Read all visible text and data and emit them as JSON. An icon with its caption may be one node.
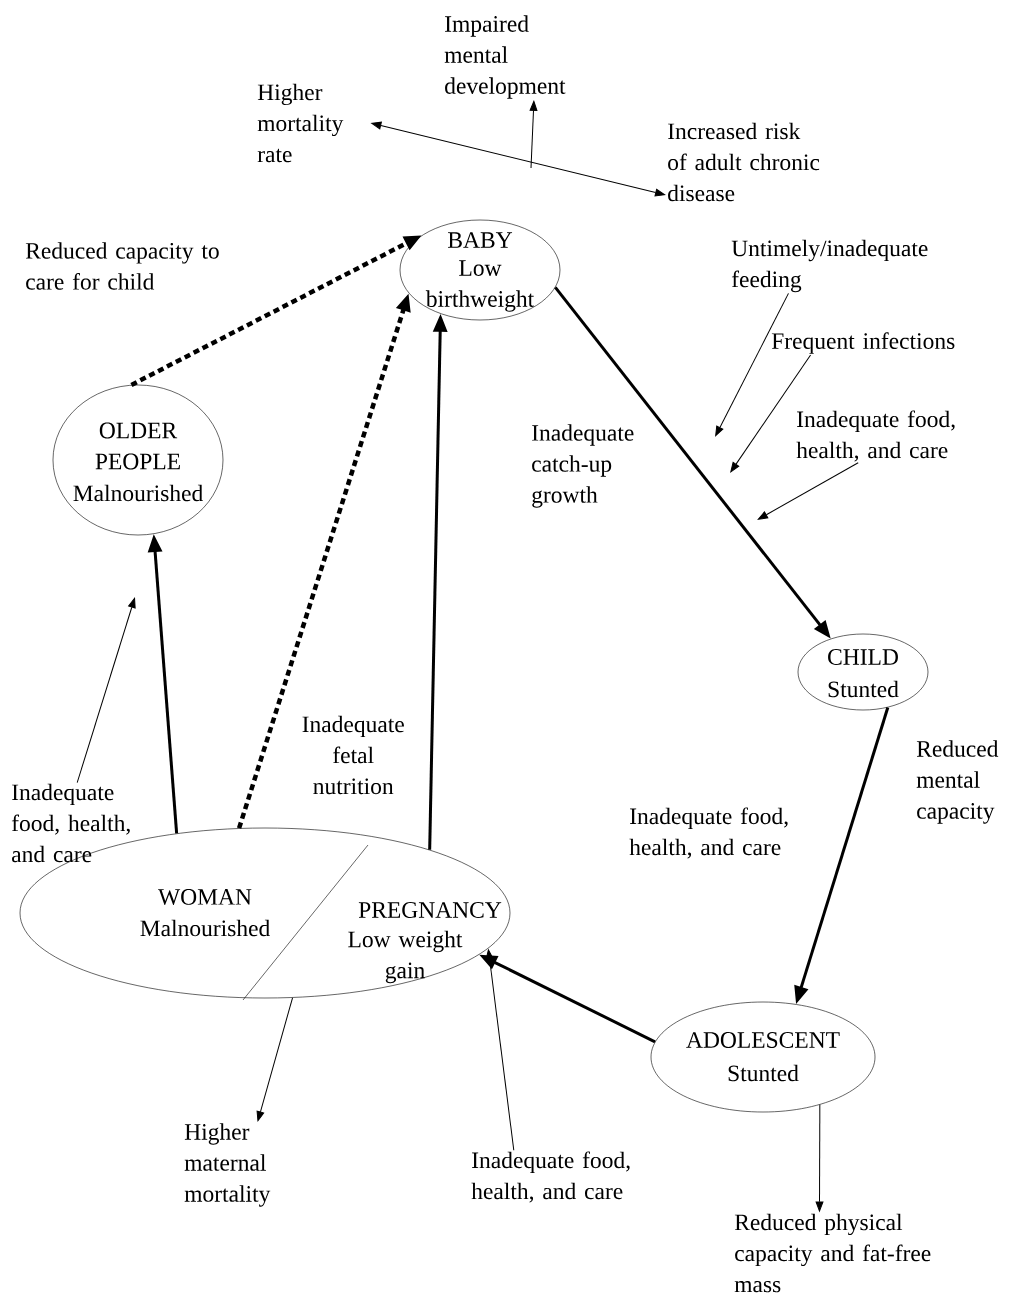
{
  "diagram": {
    "nodes": [
      {
        "text": [
          "BABY",
          "Low birthweight"
        ]
      },
      {
        "text": [
          "CHILD",
          "Stunted"
        ]
      },
      {
        "text": [
          "ADOLESCENT",
          "Stunted"
        ]
      },
      {
        "text": [
          "WOMAN",
          "Malnourished",
          "PREGNANCY",
          "Low weight gain"
        ]
      },
      {
        "text": [
          "OLDER PEOPLE",
          "Malnourished"
        ]
      },
      {
        "text": [
          "Higher mortality rate"
        ]
      },
      {
        "text": [
          "Impaired mental development"
        ]
      },
      {
        "text": [
          "Increased risk of adult chronic disease"
        ]
      },
      {
        "text": [
          "Reduced capacity to care for child"
        ]
      },
      {
        "text": [
          "Untimely/inadequate feeding"
        ]
      },
      {
        "text": [
          "Frequent infections"
        ]
      },
      {
        "text": [
          "Inadequate food, health, and care"
        ]
      },
      {
        "text": [
          "Inadequate food, health, and care"
        ]
      },
      {
        "text": [
          "Higher maternal mortality"
        ]
      },
      {
        "text": [
          "Inadequate food, health, and care"
        ]
      },
      {
        "text": [
          "Reduced physical capacity and fat-free mass"
        ]
      }
    ],
    "edges": [
      {
        "from": 5,
        "to": 7,
        "arrow": "both"
      },
      {
        "from": null,
        "to": 6,
        "arrow": "to"
      },
      {
        "from": 4,
        "to": 0,
        "arrow": "to",
        "style": "dashed"
      },
      {
        "from": 3,
        "to": 0,
        "arrow": "to",
        "style": "dashed"
      },
      {
        "from": 3,
        "to": 0,
        "arrow": "to",
        "style": "thick"
      },
      {
        "from": 0,
        "to": 1,
        "arrow": "to",
        "style": "thick",
        "label": "Inadequate catch-up growth"
      },
      {
        "from": 9,
        "to": null,
        "arrow": "to"
      },
      {
        "from": 10,
        "to": null,
        "arrow": "to"
      },
      {
        "from": 11,
        "to": null,
        "arrow": "to"
      },
      {
        "from": 1,
        "to": 2,
        "arrow": "to",
        "style": "thick",
        "label": "Inadequate food, health, and care"
      },
      {
        "from": 2,
        "to": 3,
        "arrow": "to",
        "style": "thick"
      },
      {
        "from": 12,
        "to": null,
        "arrow": "to"
      },
      {
        "from": 3,
        "to": 13,
        "arrow": "to"
      },
      {
        "from": 2,
        "to": 15,
        "arrow": "to"
      },
      {
        "from": 3,
        "to": 4,
        "arrow": "to",
        "style": "thick"
      },
      {
        "from": 14,
        "to": 3,
        "arrow": "to"
      }
    ],
    "labels": [
      "Reduced mental capacity",
      "Inadequate fetal nutrition"
    ]
  }
}
